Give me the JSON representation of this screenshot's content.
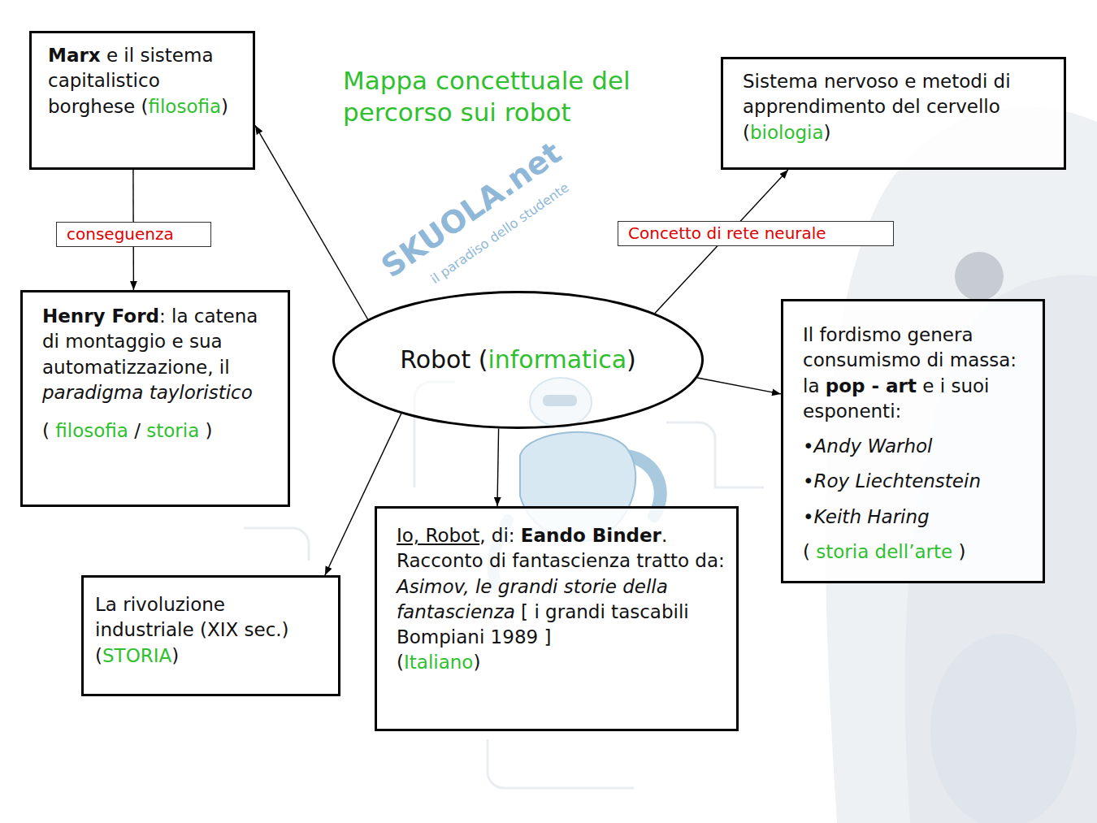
{
  "diagram": {
    "title": "Mappa concettuale del percorso sui robot",
    "nodes": [
      {
        "text": [
          "Marx e il sistema capitalistico borghese (filosofia)"
        ]
      },
      {
        "text": [
          "Sistema nervoso e metodi di apprendimento del cervello (biologia)"
        ]
      },
      {
        "text": [
          "Henry Ford: la catena di montaggio e sua automatizzazione, il paradigma tayloristico",
          "( filosofia / storia )"
        ]
      },
      {
        "text": [
          "Robot (informatica)"
        ]
      },
      {
        "text": [
          "Il fordismo genera consumismo di massa: la pop - art e i suoi esponenti:",
          "•Andy Warhol",
          "•Roy Liechtenstein",
          "•Keith Haring",
          "( storia dell’arte )"
        ]
      },
      {
        "text": [
          "Io, Robot, di: Eando Binder.",
          "Racconto di fantascienza tratto da: Asimov, le grandi storie della fantascienza [ i grandi tascabili Bompiani 1989 ]",
          "(Italiano)"
        ]
      },
      {
        "text": [
          "La rivoluzione industriale (XIX sec.) (STORIA)"
        ]
      }
    ],
    "edges": [
      {
        "from": 0,
        "to": 2,
        "label": "conseguenza",
        "arrow": "to"
      },
      {
        "from": 3,
        "to": 0,
        "arrow": "to"
      },
      {
        "from": 3,
        "to": 1,
        "label": "Concetto di rete neurale",
        "arrow": "to"
      },
      {
        "from": 3,
        "to": 4,
        "arrow": "to"
      },
      {
        "from": 3,
        "to": 6,
        "arrow": "to"
      },
      {
        "from": 3,
        "to": 5,
        "arrow": "to"
      }
    ],
    "labels": [
      "SKUOLA.net",
      "il paradiso dello studente"
    ]
  }
}
